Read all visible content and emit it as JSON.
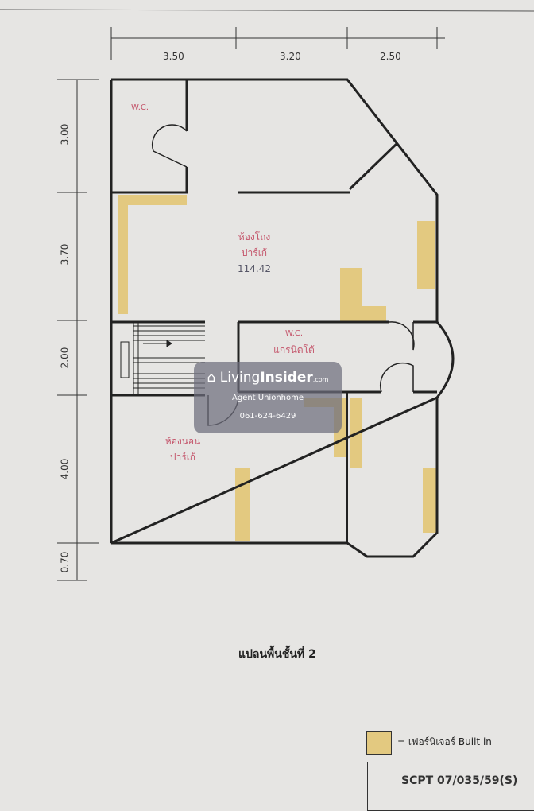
{
  "dimensions": {
    "top": [
      "3.50",
      "3.20",
      "2.50"
    ],
    "left": [
      "3.00",
      "3.70",
      "2.00",
      "4.00",
      "0.70"
    ]
  },
  "rooms": {
    "wc_top": "W.C.",
    "hall_name": "ห้องโถง",
    "hall_floor": "ปาร์เก้",
    "hall_area": "114.42",
    "wc_mid": "W.C.",
    "wc_mid_floor": "แกรนิตโต้",
    "bedroom_name": "ห้องนอน",
    "bedroom_floor": "ปาร์เก้"
  },
  "plan_title": "แปลนพื้นชั้นที่ 2",
  "legend": {
    "swatch_color": "#e3c980",
    "text": "= เฟอร์นิเจอร์ Built in"
  },
  "doc_code": "SCPT 07/035/59(S)",
  "watermark": {
    "brand_light": "Living",
    "brand_bold": "Insider",
    "brand_suffix": ".com",
    "agent": "Agent Unionhome",
    "phone": "061-624-6429"
  }
}
